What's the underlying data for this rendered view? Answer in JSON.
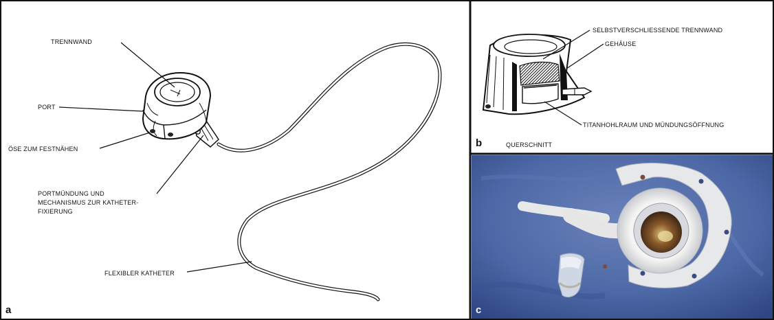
{
  "panel_a": {
    "letter": "a",
    "labels": {
      "trennwand": "TRENNWAND",
      "port": "PORT",
      "oese": "ÖSE ZUM FESTNÄHEN",
      "portmuendung_1": "PORTMÜNDUNG UND",
      "portmuendung_2": "MECHANISMUS ZUR KATHETER-",
      "portmuendung_3": "FIXIERUNG",
      "katheter": "FLEXIBLER KATHETER"
    }
  },
  "panel_b": {
    "letter": "b",
    "caption": "QUERSCHNITT",
    "labels": {
      "trennwand": "SELBSTVERSCHLIESSENDE TRENNWAND",
      "gehaeuse": "GEHÄUSE",
      "titan": "TITANHOHLRAUM UND MÜNDUNGSÖFFNUNG"
    }
  },
  "panel_c": {
    "letter": "c"
  },
  "colors": {
    "border": "#111111",
    "photo_background": "#4c67a3",
    "port_white": "#ececec"
  }
}
